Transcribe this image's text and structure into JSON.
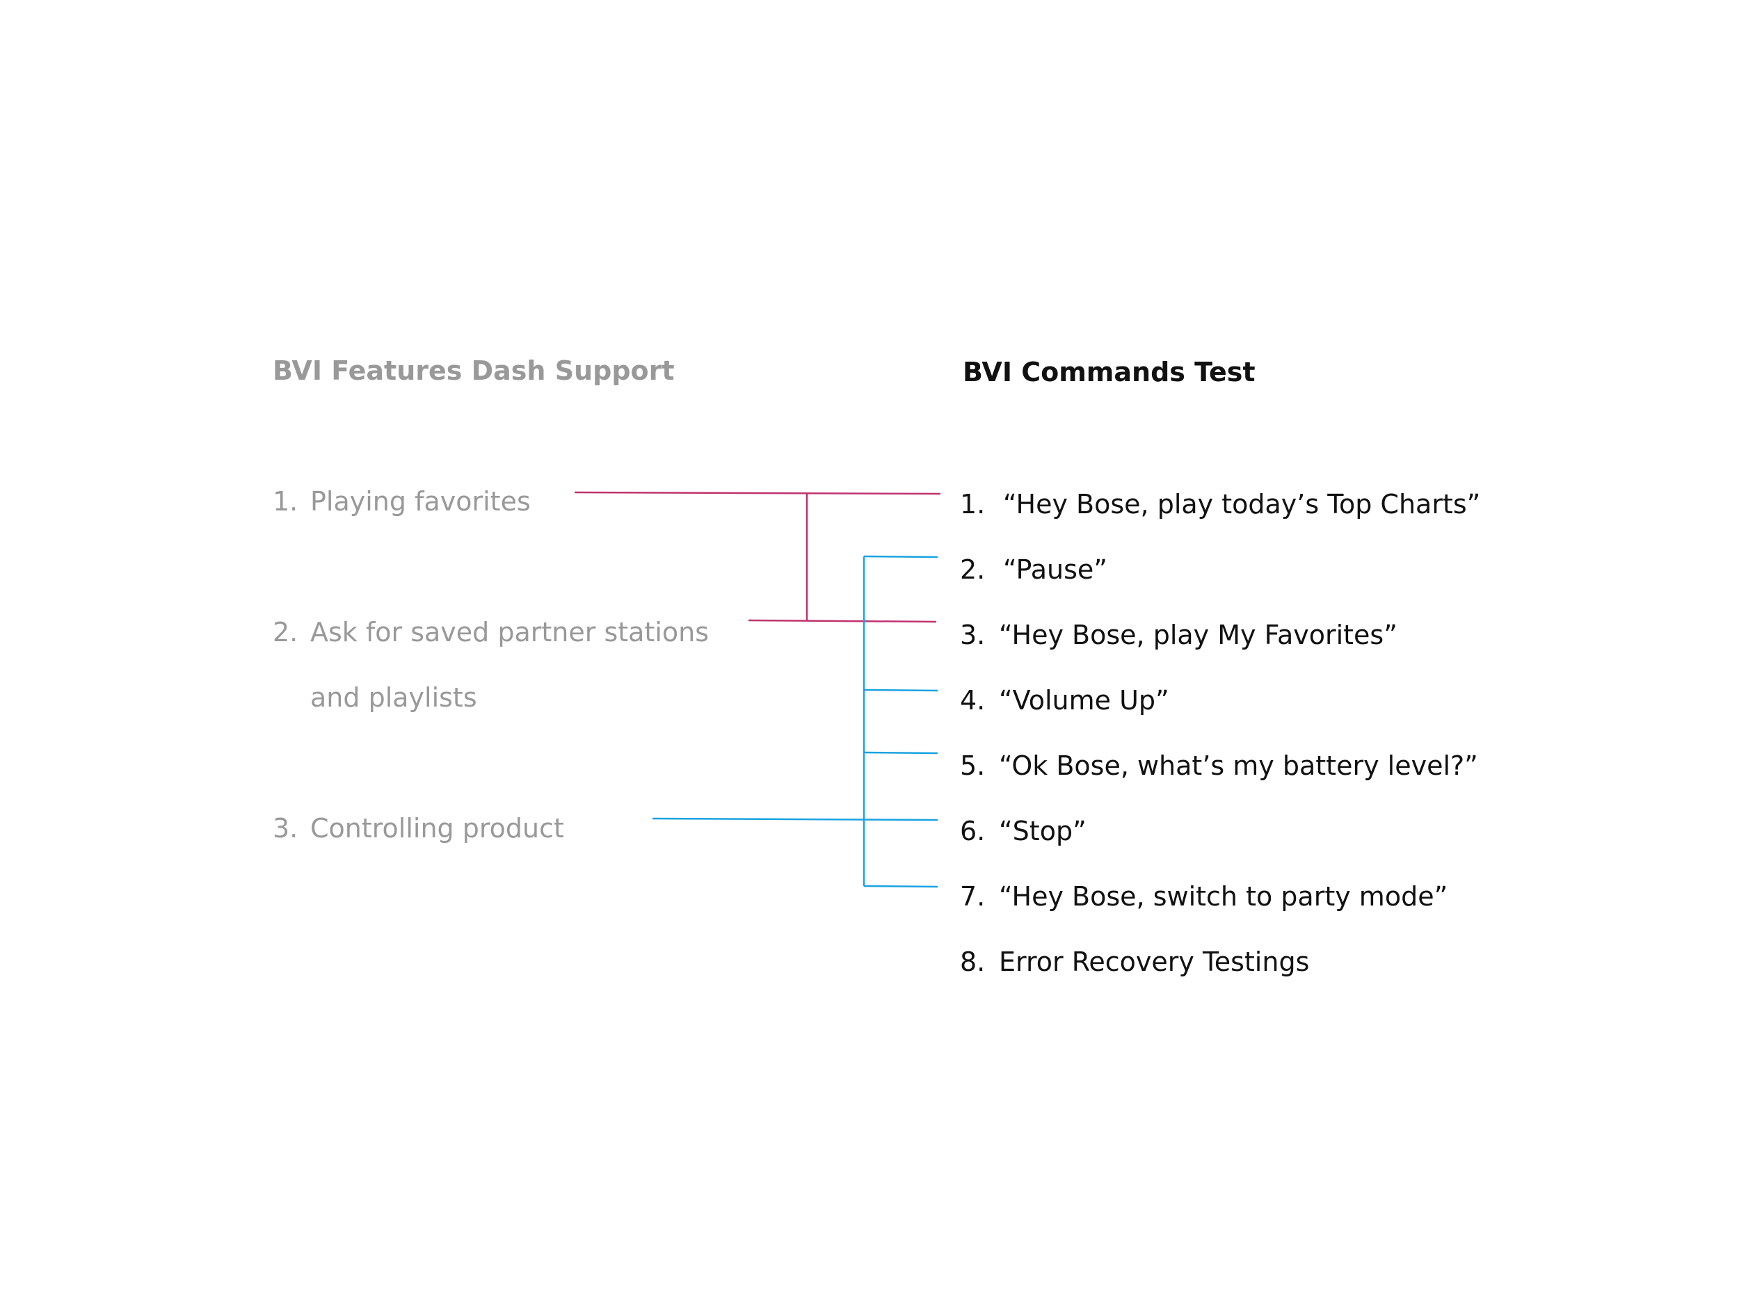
{
  "left_heading": "BVI Features Dash Support",
  "right_heading": "BVI Commands Test",
  "features": [
    {
      "num": "1.",
      "text": "Playing favorites"
    },
    {
      "num": "2.",
      "text": "Ask for saved partner stations"
    },
    {
      "num": "",
      "text": "and playlists"
    },
    {
      "num": "3.",
      "text": "Controlling product"
    }
  ],
  "commands": [
    {
      "num": "1.",
      "text": "“Hey Bose, play today’s Top Charts”"
    },
    {
      "num": "2.",
      "text": "“Pause”"
    },
    {
      "num": "3.",
      "text": "“Hey Bose, play My Favorites”"
    },
    {
      "num": "4.",
      "text": "“Volume Up”"
    },
    {
      "num": "5.",
      "text": "“Ok Bose, what’s my battery level?”"
    },
    {
      "num": "6.",
      "text": "“Stop”"
    },
    {
      "num": "7.",
      "text": "“Hey Bose, switch to party mode”"
    },
    {
      "num": "8.",
      "text": "Error Recovery Testings"
    }
  ],
  "colors": {
    "magenta_connector": "#c0336e",
    "blue_connector": "#1aa3e0",
    "feature_text": "#999999",
    "command_text": "#111111"
  }
}
